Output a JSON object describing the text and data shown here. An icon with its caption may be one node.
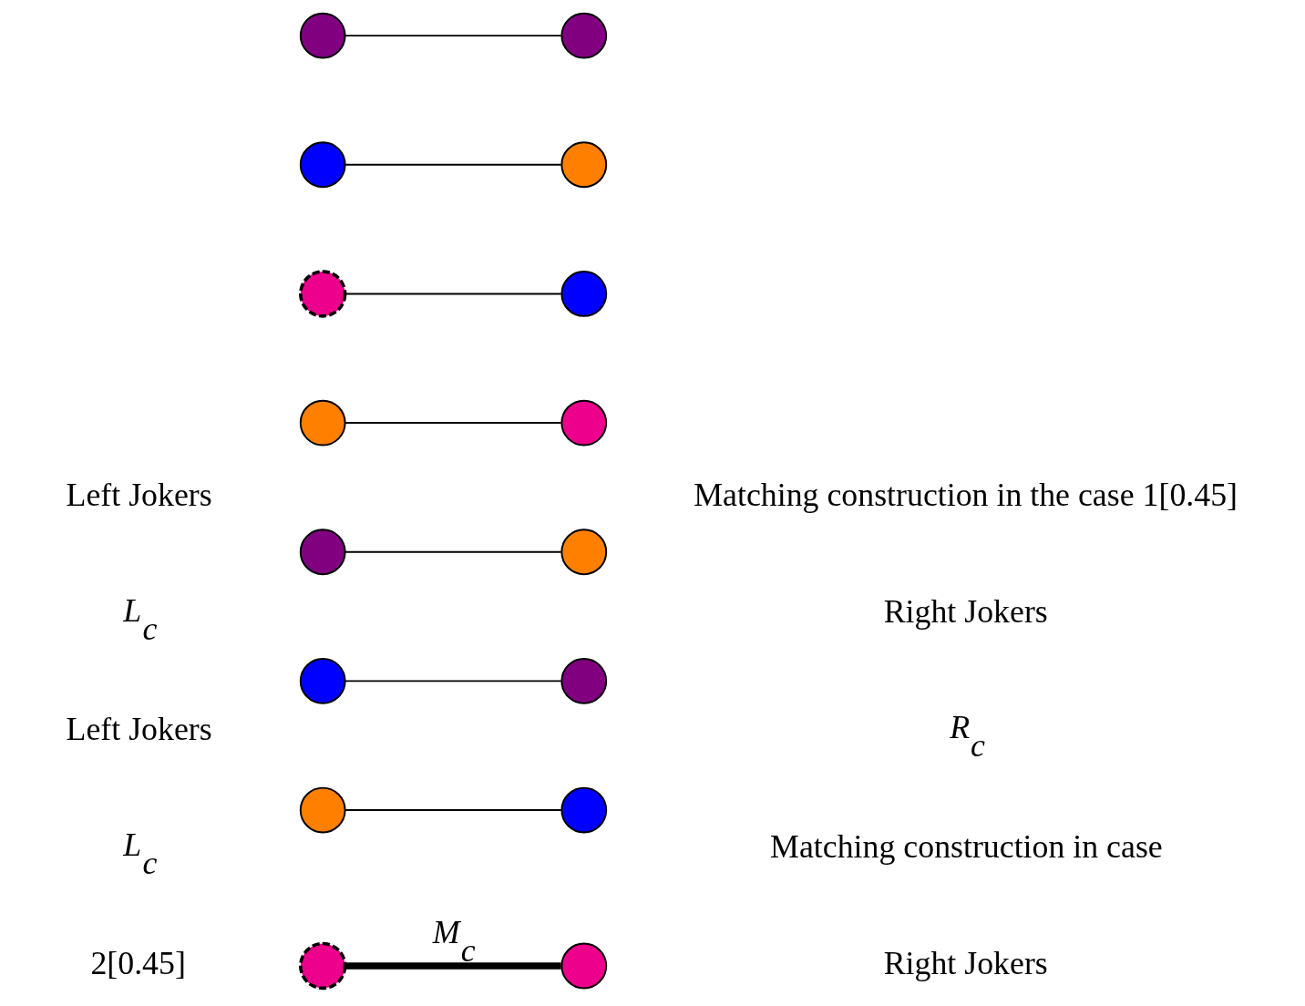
{
  "diagram": {
    "nodes": [
      {
        "text": [],
        "shape": "circle"
      },
      {
        "text": [],
        "shape": "circle"
      },
      {
        "text": [],
        "shape": "circle"
      },
      {
        "text": [],
        "shape": "circle"
      },
      {
        "text": [],
        "shape": "circle"
      },
      {
        "text": [],
        "shape": "circle"
      },
      {
        "text": [],
        "shape": "circle"
      },
      {
        "text": [],
        "shape": "circle"
      },
      {
        "text": [],
        "shape": "circle"
      },
      {
        "text": [],
        "shape": "circle"
      },
      {
        "text": [],
        "shape": "circle"
      },
      {
        "text": [],
        "shape": "circle"
      },
      {
        "text": [],
        "shape": "circle"
      },
      {
        "text": [],
        "shape": "circle"
      },
      {
        "text": [],
        "shape": "circle"
      },
      {
        "text": [],
        "shape": "circle"
      }
    ],
    "edges": [
      {
        "from": 0,
        "to": 1,
        "arrow": "none"
      },
      {
        "from": 2,
        "to": 7,
        "arrow": "none"
      },
      {
        "from": 4,
        "to": 3,
        "arrow": "none"
      },
      {
        "from": 6,
        "to": 5,
        "arrow": "none"
      },
      {
        "from": 8,
        "to": 11,
        "arrow": "none"
      },
      {
        "from": 10,
        "to": 13,
        "arrow": "none"
      },
      {
        "from": 12,
        "to": 9,
        "arrow": "none"
      },
      {
        "from": 14,
        "to": 15,
        "arrow": "none",
        "label": "M$_{c}$",
        "style": "thick"
      }
    ],
    "labels": [
      "Matching construction in the case 1[0.45]",
      "Left Jokers",
      "Right Jokers",
      "L$_{c}$",
      "R$_{c}$",
      "Matching construction in case",
      "Right Jokers",
      "Left Jokers",
      "L$_{c}$",
      "2[0.45]"
    ]
  }
}
